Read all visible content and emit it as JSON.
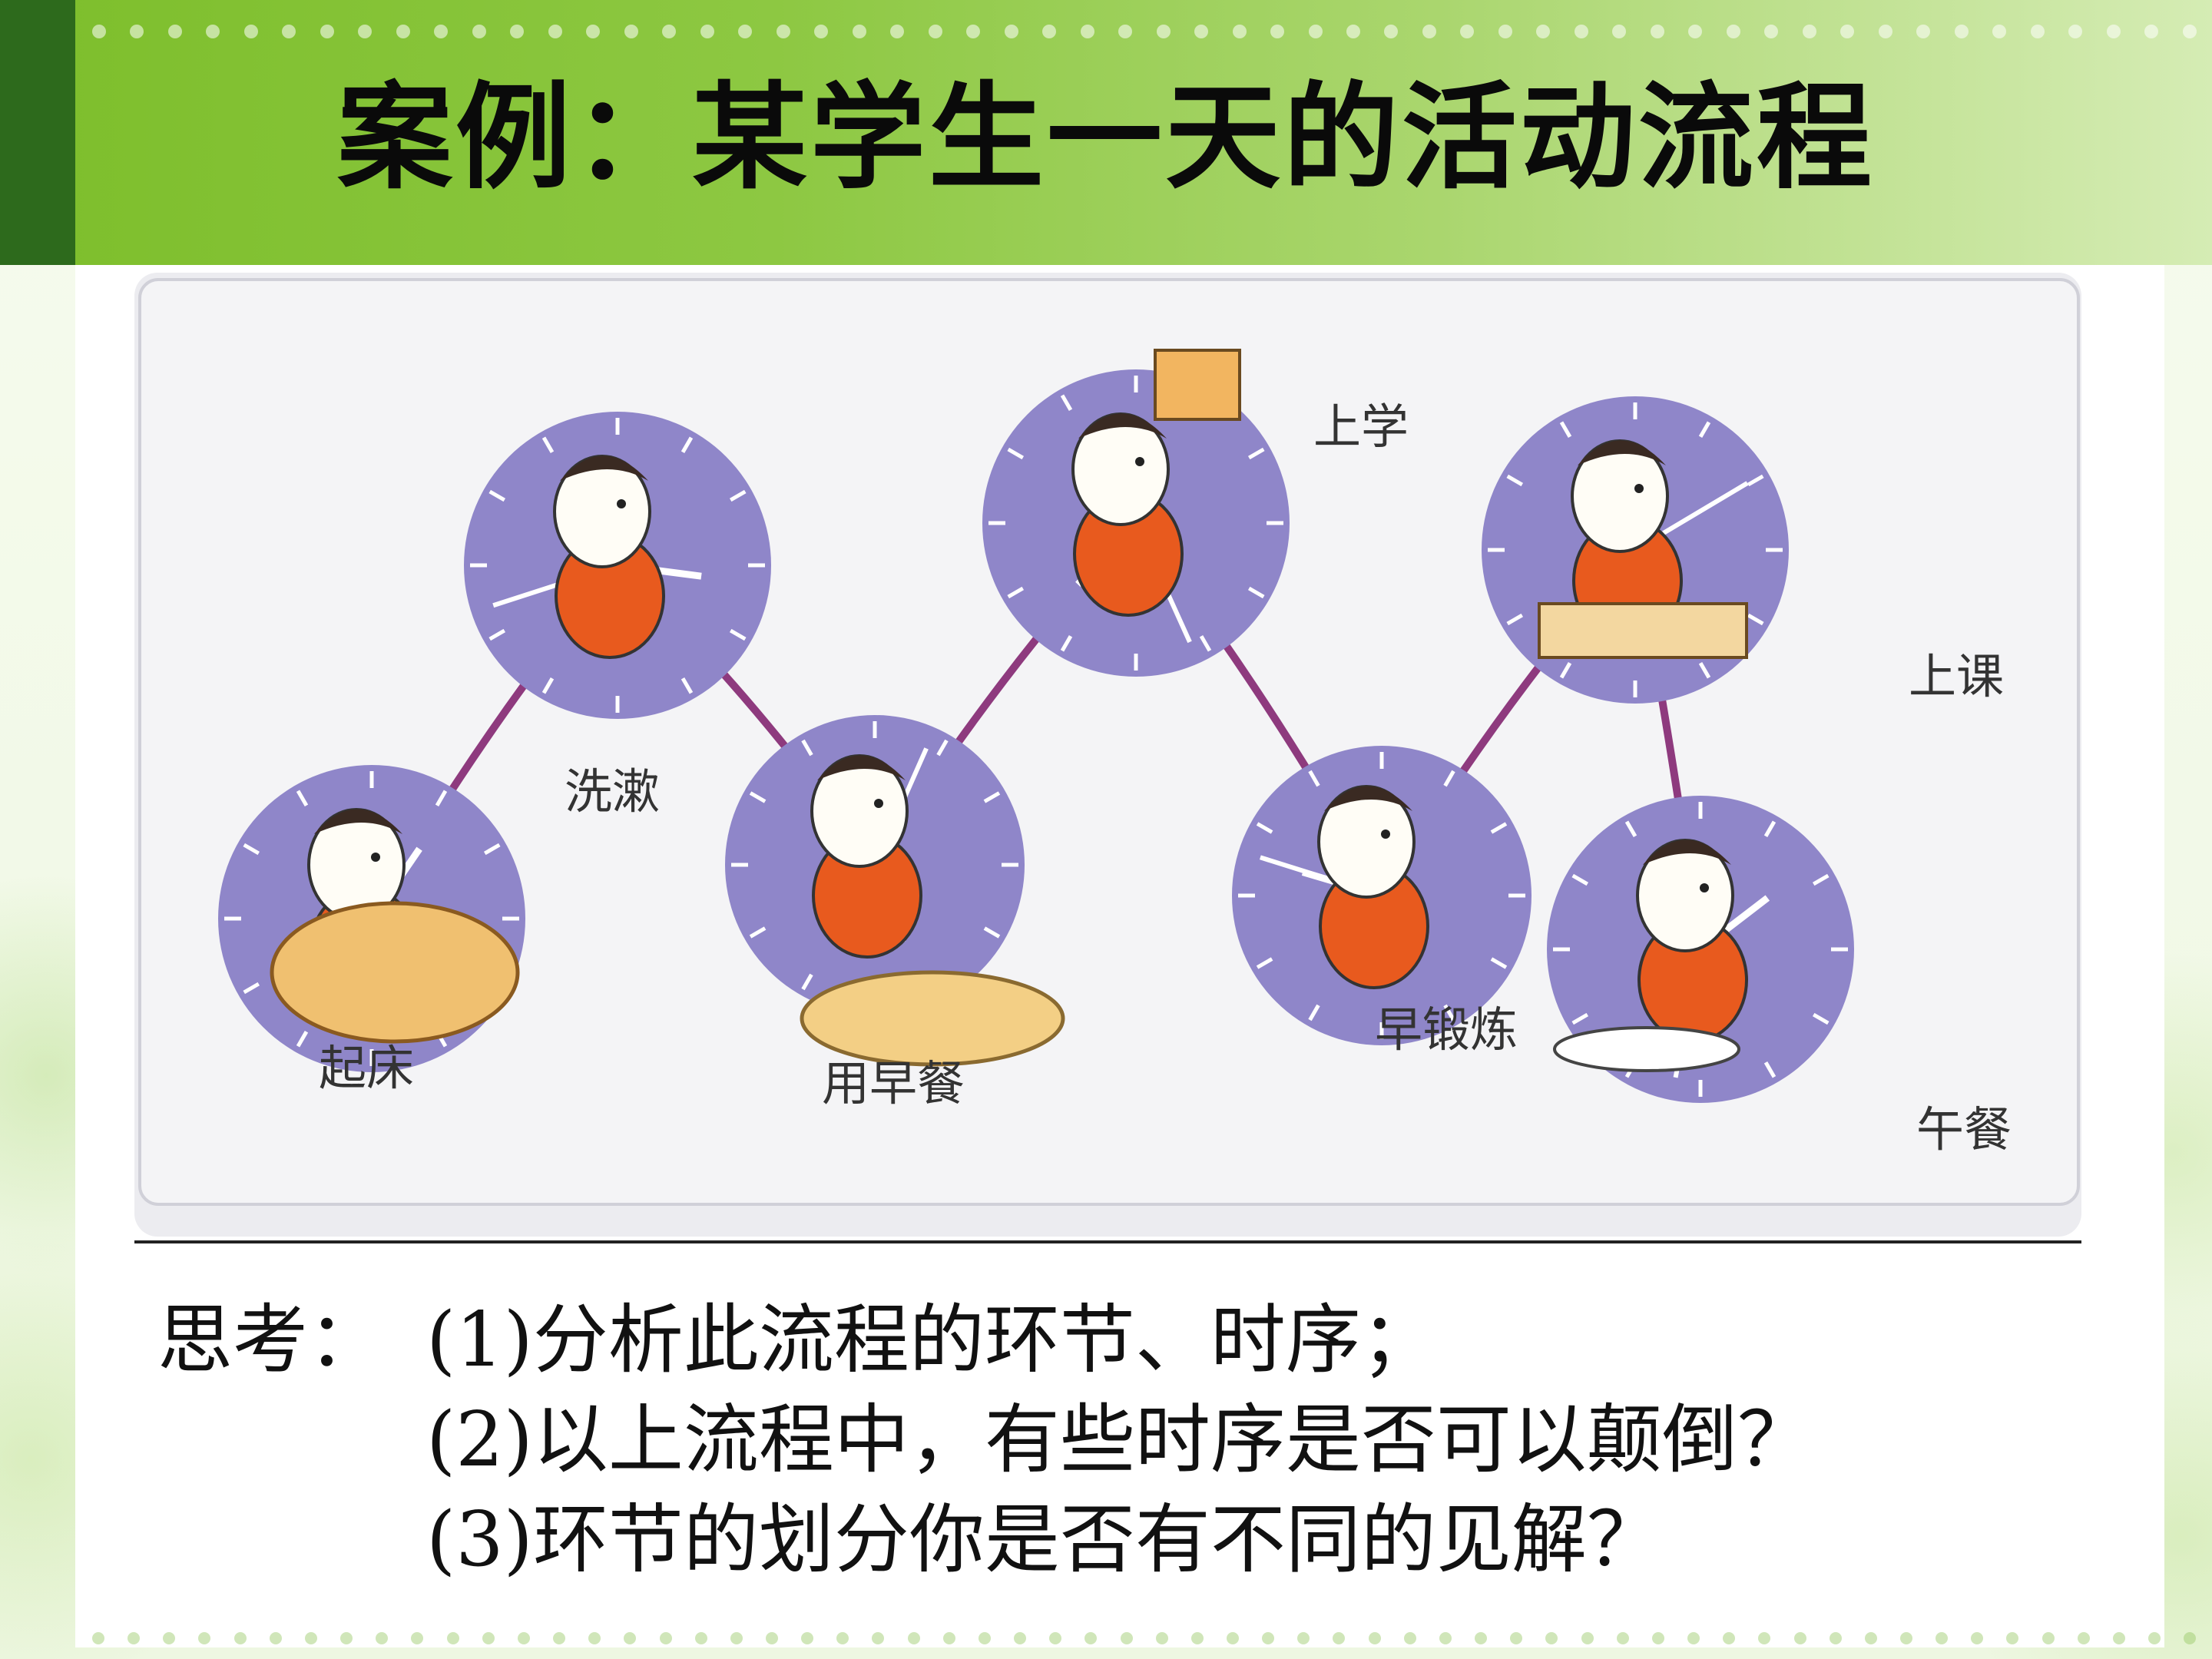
{
  "slide": {
    "title": "案例：某学生一天的活动流程"
  },
  "figure": {
    "stages": [
      {
        "label": "起床",
        "icon": "waking-up-in-bed-icon"
      },
      {
        "label": "洗漱",
        "icon": "brushing-teeth-icon"
      },
      {
        "label": "用早餐",
        "icon": "eating-breakfast-icon"
      },
      {
        "label": "上学",
        "icon": "walking-to-school-icon"
      },
      {
        "label": "早锻炼",
        "icon": "morning-exercise-icon"
      },
      {
        "label": "上课",
        "icon": "attending-class-icon"
      },
      {
        "label": "午餐",
        "icon": "eating-lunch-icon"
      }
    ]
  },
  "questions": {
    "prefix": "思考：",
    "items": [
      "(1)分析此流程的环节、时序；",
      "(2)以上流程中，有些时序是否可以颠倒？",
      "(3)环节的划分你是否有不同的见解？"
    ]
  }
}
